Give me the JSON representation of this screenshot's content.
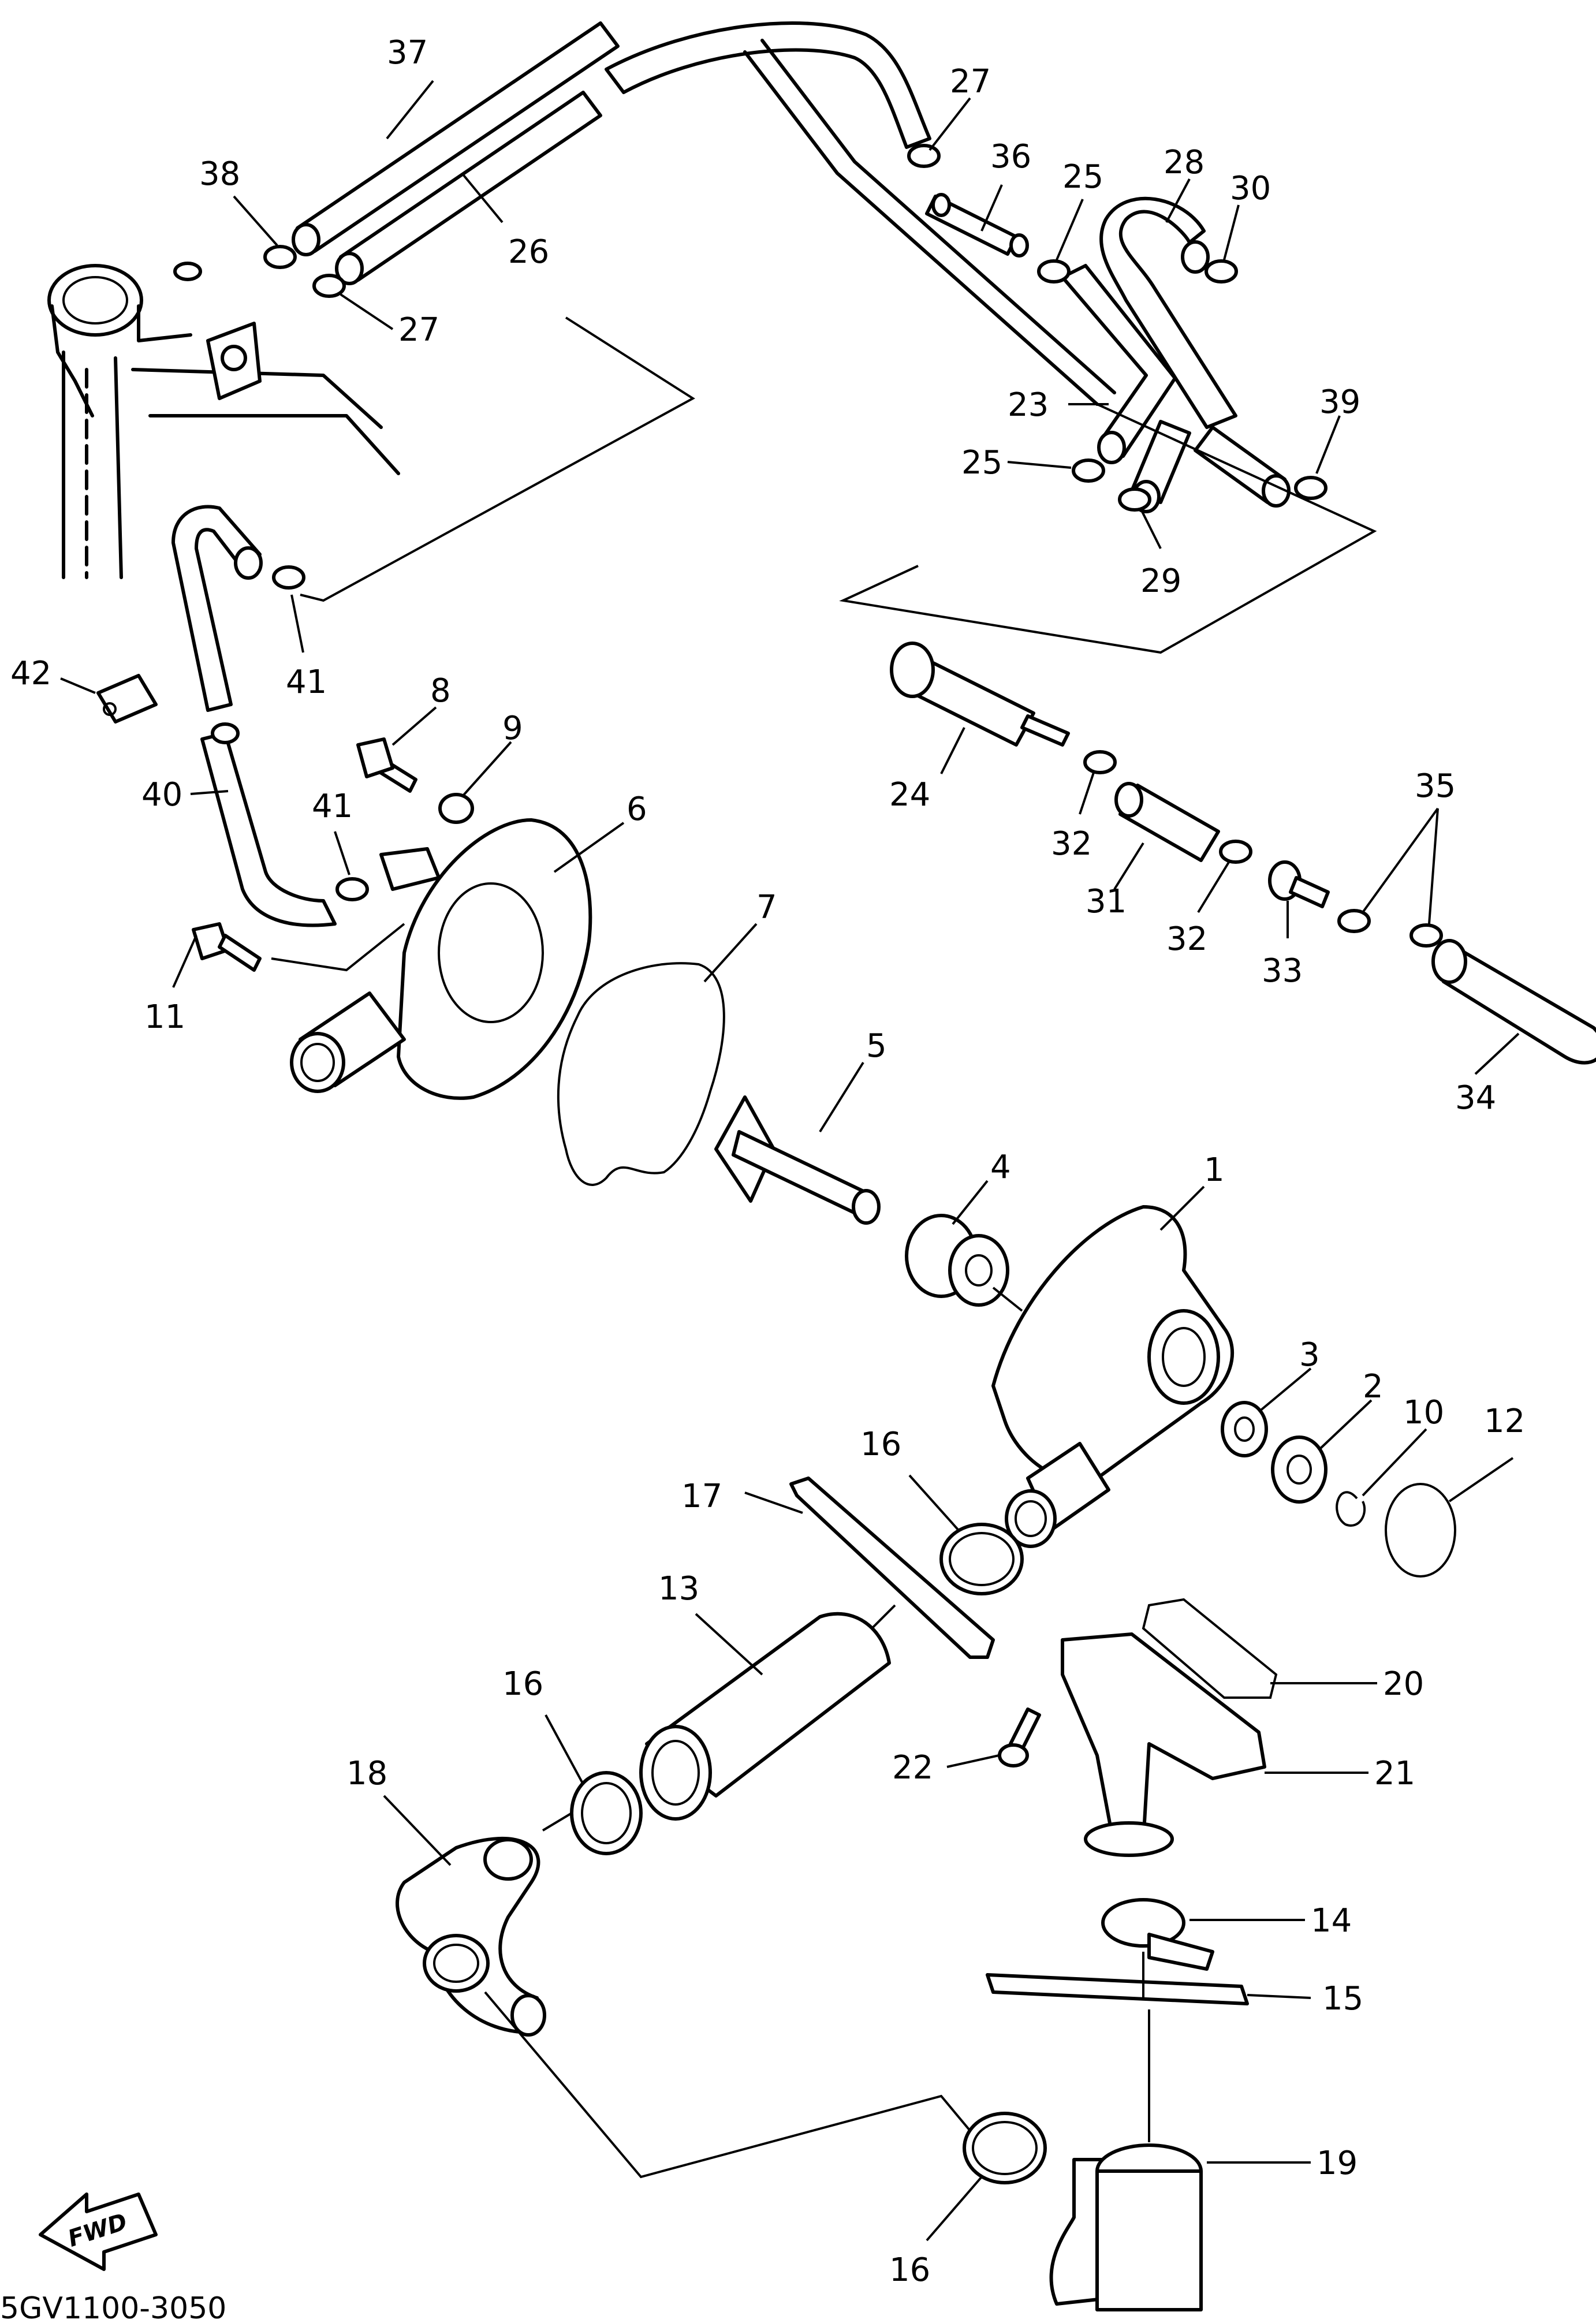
{
  "diagram": {
    "callouts": [
      "1",
      "2",
      "3",
      "4",
      "5",
      "6",
      "7",
      "8",
      "9",
      "10",
      "11",
      "12",
      "13",
      "14",
      "15",
      "16",
      "16",
      "16",
      "17",
      "18",
      "19",
      "20",
      "21",
      "22",
      "23",
      "24",
      "25",
      "25",
      "26",
      "27",
      "27",
      "28",
      "29",
      "30",
      "31",
      "32",
      "32",
      "33",
      "34",
      "35",
      "36",
      "37",
      "38",
      "39",
      "40",
      "41",
      "41",
      "42"
    ],
    "fwd_label": "FWD",
    "drawing_code": "5GV1100-3050"
  }
}
